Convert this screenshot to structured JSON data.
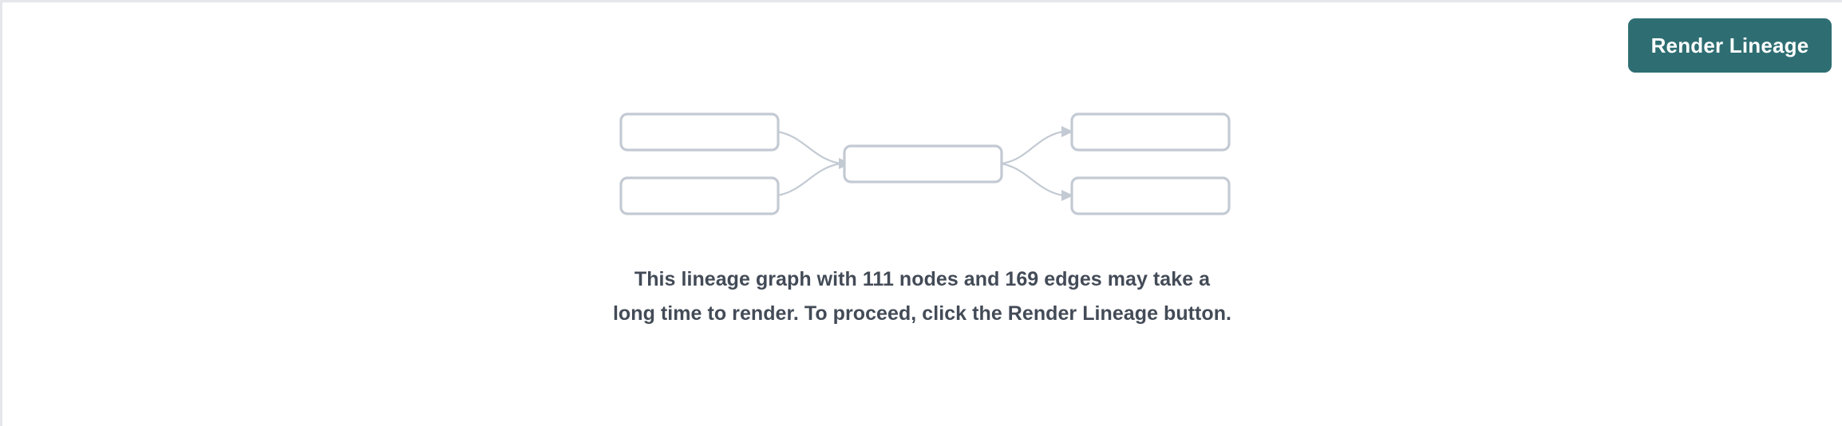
{
  "panel": {
    "background_color": "#ffffff",
    "border_color": "#e4e6ea"
  },
  "toolbar": {
    "render_lineage_label": "Render Lineage",
    "render_lineage_bg_color": "#2e6e73",
    "render_lineage_text_color": "#ffffff"
  },
  "placeholder_graph": {
    "node_border_color": "#c3cad3",
    "edge_color": "#c3cad3",
    "node_count_shown": 5,
    "edge_count_shown": 4,
    "nodes": [
      {
        "id": "left-top",
        "label": ""
      },
      {
        "id": "left-bottom",
        "label": ""
      },
      {
        "id": "center",
        "label": ""
      },
      {
        "id": "right-top",
        "label": ""
      },
      {
        "id": "right-bottom",
        "label": ""
      }
    ],
    "edges": [
      {
        "from": "left-top",
        "to": "center"
      },
      {
        "from": "left-bottom",
        "to": "center"
      },
      {
        "from": "center",
        "to": "right-top"
      },
      {
        "from": "center",
        "to": "right-bottom"
      }
    ]
  },
  "message": {
    "text": "This lineage graph with 111 nodes and 169 edges may take a long time to render. To proceed, click the Render Lineage button.",
    "node_count": 111,
    "edge_count": 169,
    "text_color": "#434b57"
  }
}
